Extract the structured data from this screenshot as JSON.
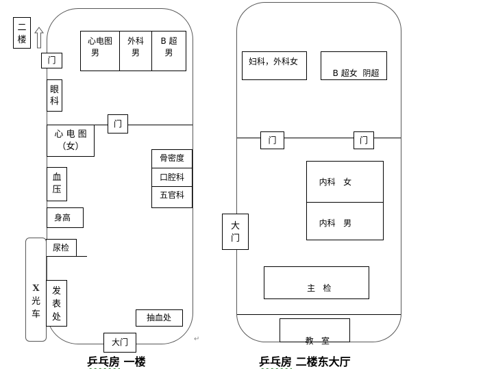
{
  "floor1": {
    "caption_part1": "乒乓房",
    "caption_part2": " 一楼",
    "stairs_label": [
      "二",
      "楼"
    ],
    "rooms": {
      "ecg_male": [
        "心电图",
        "男"
      ],
      "surgery_male": [
        "外科",
        "男"
      ],
      "bultrasound_male": [
        "B 超",
        "男"
      ],
      "door_top": "门",
      "ophthalmology": [
        "眼",
        "科"
      ],
      "door_mid": "门",
      "ecg_female": [
        "心 电 图",
        "（女）"
      ],
      "bone_density": "骨密度",
      "dental": "口腔科",
      "ent": "五官科",
      "blood_pressure": [
        "血",
        "压"
      ],
      "height": "身高",
      "urine_test": "尿检",
      "xray_truck": [
        "X",
        "光",
        "车"
      ],
      "form_dispatch": [
        "发",
        "表",
        "处"
      ],
      "blood_draw": "抽血处",
      "main_entrance": "大门"
    }
  },
  "floor2": {
    "caption_part1": "乒乓房",
    "caption_part2": " 二楼东大厅",
    "rooms": {
      "gyn_surgery_female": "妇科，外科女",
      "bultrasound_female": "B 超女  阴超",
      "door_left": "门",
      "door_right": "门",
      "internal_female": "内科   女",
      "internal_male": "内科   男",
      "main_entrance": [
        "大",
        "门"
      ],
      "main_exam": "主   检",
      "classroom": "教   室"
    }
  },
  "marks": {
    "paragraph": "↵"
  }
}
